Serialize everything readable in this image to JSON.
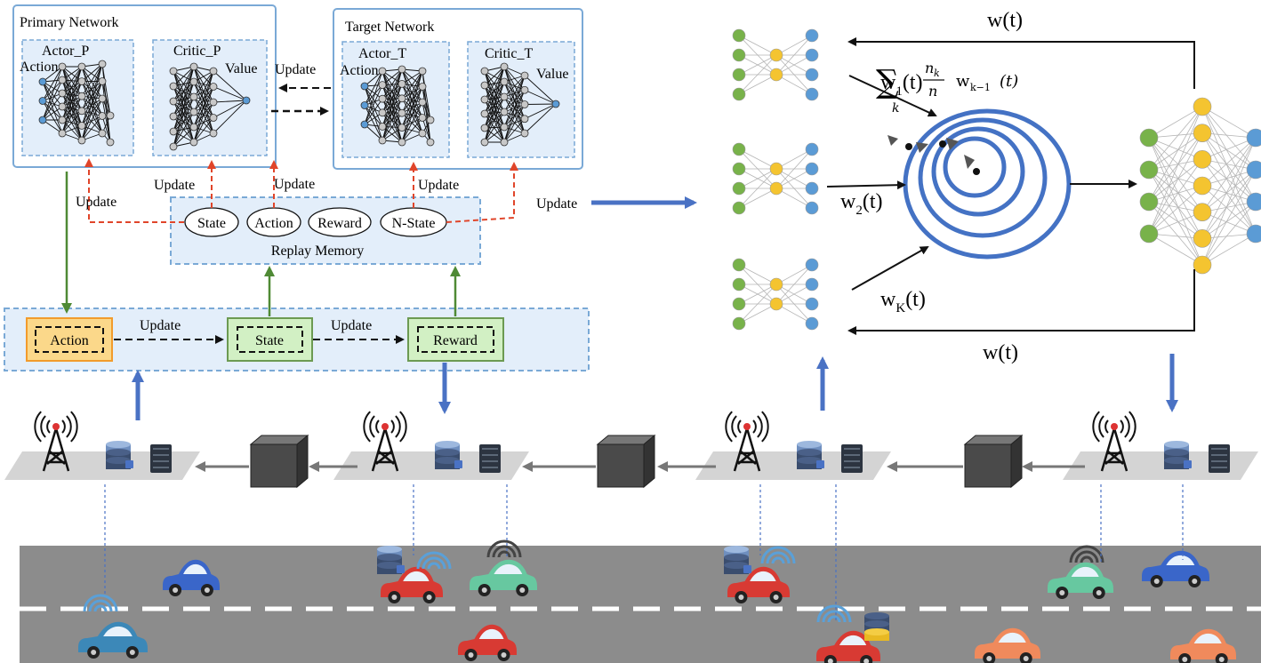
{
  "primary_network": {
    "title": "Primary Network",
    "actor": {
      "name": "Actor_P",
      "input_label": "Action"
    },
    "critic": {
      "name": "Critic_P",
      "output_label": "Value"
    }
  },
  "target_network": {
    "title": "Target Network",
    "actor": {
      "name": "Actor_T",
      "input_label": "Action"
    },
    "critic": {
      "name": "Critic_T",
      "output_label": "Value"
    }
  },
  "update_label": "Update",
  "replay_memory": {
    "title": "Replay Memory",
    "items": [
      "State",
      "Action",
      "Reward",
      "N-State"
    ]
  },
  "environment": {
    "boxes": [
      "Action",
      "State",
      "Reward"
    ]
  },
  "federated": {
    "aggregate_label": "w(t)",
    "w1": {
      "base": "w",
      "sub": "1",
      "tail": "(t)"
    },
    "w2": {
      "base": "w",
      "sub": "2",
      "tail": "(t)"
    },
    "wK": {
      "base": "w",
      "sub": "K",
      "tail": "(t)"
    },
    "formula": {
      "k": "k",
      "num": "n",
      "num_sub": "k",
      "den": "n",
      "w": "w",
      "w_sub": "k−1",
      "t": "(t)"
    }
  },
  "colors": {
    "panel_border": "#7aa9d6",
    "panel_fill": "#e3eefa",
    "blue_arrow": "#4a72c4",
    "green_arrow": "#4f8a35",
    "red_dash": "#e0452a",
    "action_fill": "#fbd88a",
    "action_border": "#f29b2c",
    "state_fill": "#d2f0c4",
    "state_border": "#6c9a52",
    "road": "#8c8c8c",
    "node_green": "#78b24a",
    "node_yellow": "#f4c430",
    "node_blue": "#5b9bd5"
  }
}
